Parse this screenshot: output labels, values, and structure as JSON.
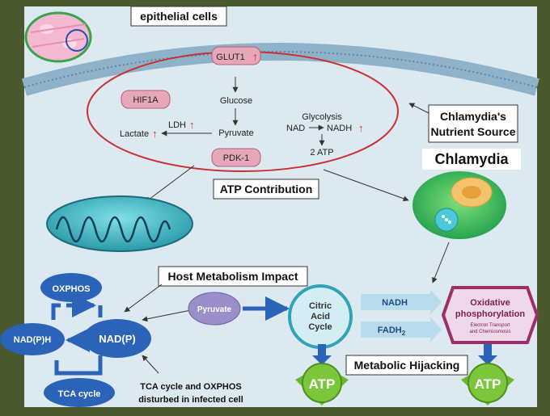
{
  "labels": {
    "epithelial_cells": "epithelial cells",
    "nutrient_source_line1": "Chlamydia's",
    "nutrient_source_line2": "Nutrient Source",
    "chlamydia": "Chlamydia",
    "atp_contribution": "ATP Contribution",
    "host_metabolism_impact": "Host Metabolism Impact",
    "metabolic_hijacking": "Metabolic Hijacking",
    "note_line1": "TCA cycle and OXPHOS",
    "note_line2": "disturbed in infected cell"
  },
  "pathway": {
    "glut1": "GLUT1",
    "glut1_arrow": "↑",
    "hif1a": "HIF1A",
    "glucose": "Glucose",
    "pyruvate": "Pyruvate",
    "ldh": "LDH",
    "ldh_arrow": "↑",
    "lactate": "Lactate",
    "lactate_arrow": "↑",
    "pdk1": "PDK-1",
    "glycolysis": "Glycolysis",
    "nad": "NAD",
    "nadh": "NADH",
    "nadh_arrow": "↑",
    "atp2": "2 ATP"
  },
  "host_cycle": {
    "oxphos": "OXPHOS",
    "nadph": "NAD(P)H",
    "nadp": "NAD(P)",
    "tca_cycle": "TCA cycle"
  },
  "chlamydia_pathway": {
    "pyruvate": "Pyruvate",
    "citric_line1": "Citric",
    "citric_line2": "Acid",
    "citric_line3": "Cycle",
    "nadh": "NADH",
    "fadh2": "FADH",
    "fadh2_sub": "2",
    "oxidative_line1": "Oxidative",
    "oxidative_line2": "phosphorylation",
    "oxidative_line3": "Electron Transport",
    "oxidative_line4": "and Chemiosmosis",
    "atp": "ATP"
  },
  "colors": {
    "border": "#4a5a2e",
    "background": "#dce9f2",
    "ellipse": "#cc2f33",
    "up_arrow": "#e0281e",
    "mitochondria": "#2bb3c0",
    "host_boxes": "#2a63b8",
    "atp_green": "#6ab82f",
    "oxidative": "#9a2f6a",
    "pyruvate": "#9a8fc8"
  }
}
